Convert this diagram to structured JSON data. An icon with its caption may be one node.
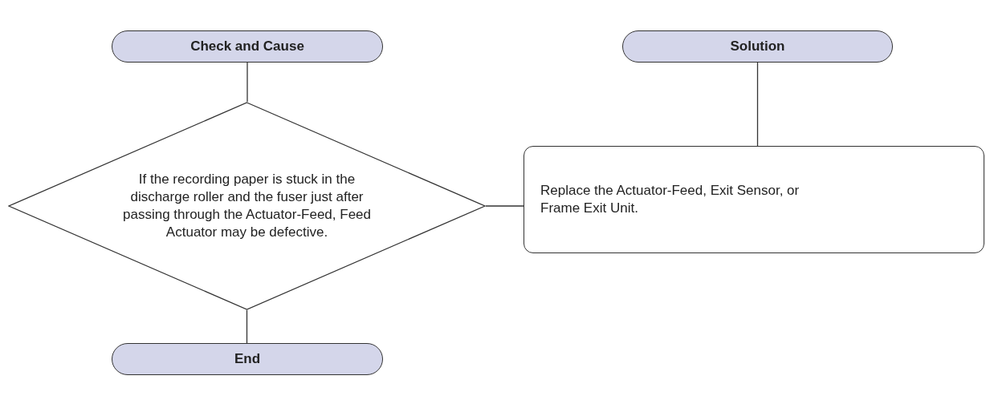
{
  "diagram": {
    "nodes": [
      {
        "text": [
          "Check and Cause"
        ]
      },
      {
        "text": [
          "Solution"
        ]
      },
      {
        "text": [
          "If the recording paper is stuck in the discharge roller and the fuser just after passing through the Actuator-Feed, Feed Actuator may be defective."
        ]
      },
      {
        "text": [
          "Replace the Actuator-Feed, Exit Sensor, or Frame Exit Unit."
        ]
      },
      {
        "text": [
          "End"
        ]
      }
    ],
    "edges": [
      {
        "from": 0,
        "to": 2,
        "arrow": "none"
      },
      {
        "from": 2,
        "to": 4,
        "arrow": "none"
      },
      {
        "from": 2,
        "to": 3,
        "arrow": "none"
      },
      {
        "from": 1,
        "to": 3,
        "arrow": "none"
      }
    ]
  }
}
